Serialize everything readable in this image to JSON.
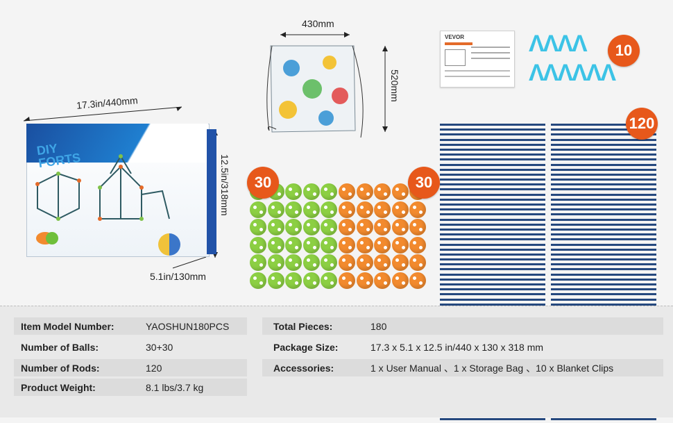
{
  "dimensions": {
    "box_length": "17.3in/440mm",
    "box_height": "12.5in/318mm",
    "box_width": "5.1in/130mm",
    "bag_width": "430mm",
    "bag_height": "520mm"
  },
  "box": {
    "logo_line1": "DIY",
    "logo_line2": "FORTS"
  },
  "badges": {
    "green_balls": "30",
    "orange_balls": "30",
    "rods": "120",
    "clips": "10"
  },
  "manual": {
    "brand": "VEVOR"
  },
  "specs": {
    "left": [
      {
        "label": "Item Model Number:",
        "value": "YAOSHUN180PCS"
      },
      {
        "label": "Number of Balls:",
        "value": "30+30"
      },
      {
        "label": "Number of Rods:",
        "value": "120"
      },
      {
        "label": "Product Weight:",
        "value": "8.1 lbs/3.7 kg"
      }
    ],
    "right": [
      {
        "label": "Total Pieces:",
        "value": "180"
      },
      {
        "label": "Package Size:",
        "value": "17.3 x 5.1 x 12.5 in/440 x 130 x 318 mm"
      },
      {
        "label": "Accessories:",
        "value": "1 x User Manual 、1 x Storage Bag 、10 x Blanket Clips"
      }
    ]
  },
  "colors": {
    "badge": "#e7581b",
    "green_ball": "#8ccf43",
    "orange_ball": "#f28a2e",
    "rod": "#25487e",
    "clip": "#3cc3e6"
  }
}
